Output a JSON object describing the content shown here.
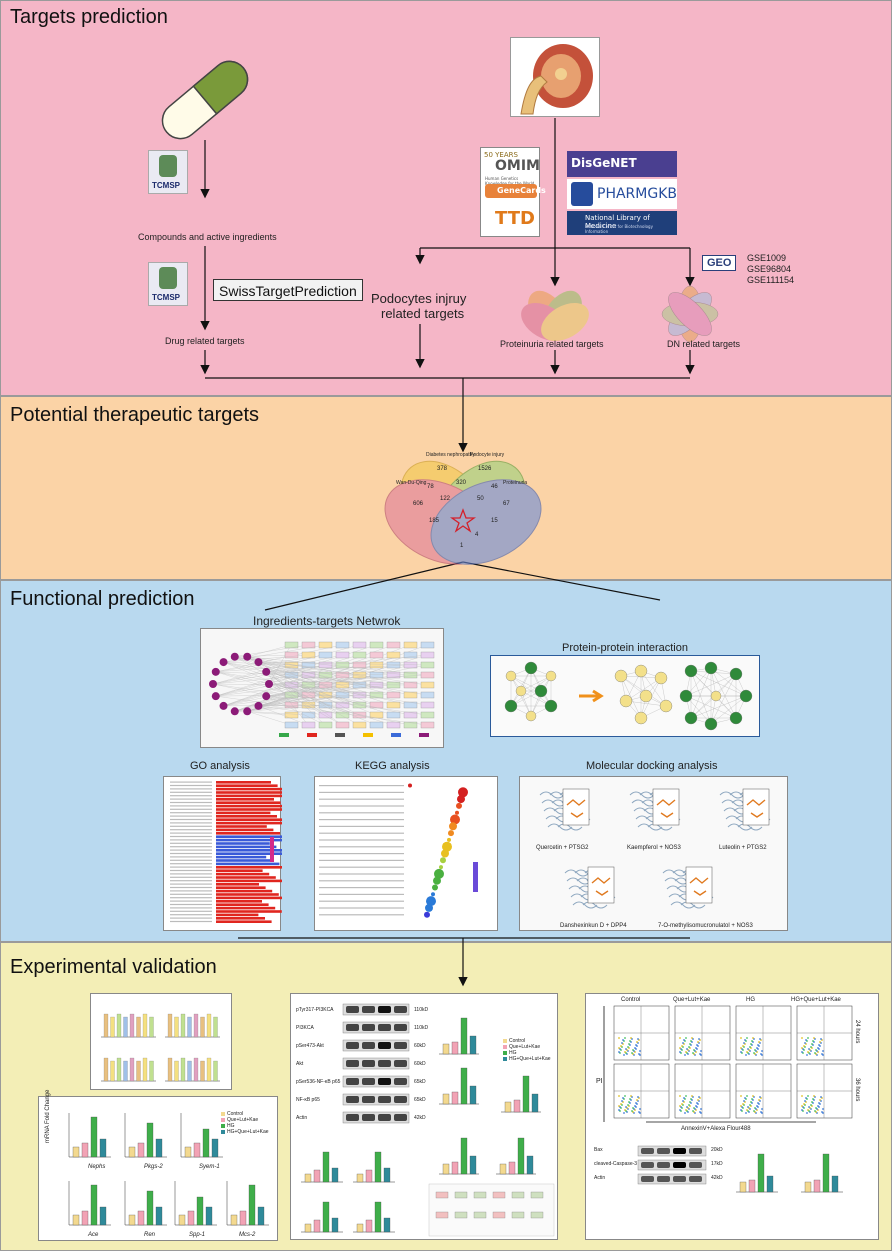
{
  "sections": {
    "targets": "Targets prediction",
    "therapeutic": "Potential therapeutic targets",
    "functional": "Functional prediction",
    "experimental": "Experimental validation"
  },
  "targets_prediction": {
    "tcmsp_1": "TCMSP",
    "tcmsp_2": "TCMSP",
    "compounds": "Compounds and active ingredients",
    "swiss": "SwissTargetPrediction",
    "drug_targets": "Drug related targets",
    "podocytes_line1": "Podocytes injruy",
    "podocytes_line2": "related targets",
    "proteinuria_targets": "Proteinuria related targets",
    "dn_targets": "DN related targets",
    "geo": "GEO",
    "gse": [
      "GSE1009",
      "GSE96804",
      "GSE111154"
    ],
    "omim": "OMIM",
    "omim_sub": "Human Genetics Knowledge for the World",
    "genecards": "GeneCards",
    "ttd": "TTD",
    "disgenet": "DisGeNET",
    "pharmgkb": "PHARMGKB",
    "nlm_line1": "National Library of Medicine",
    "nlm_line2": "National Center for Biotechnology Information",
    "years_50": "50 YEARS"
  },
  "venn": {
    "labels": [
      "Wan-Du-Qing",
      "Diabetes nephropathy",
      "Podocyte injury",
      "Proteinuria"
    ],
    "numbers": [
      "378",
      "1526",
      "78",
      "320",
      "46",
      "606",
      "122",
      "50",
      "67",
      "185",
      "15",
      "4",
      "1"
    ]
  },
  "functional": {
    "network_title": "Ingredients-targets Netwrok",
    "ppi_title": "Protein-protein interaction",
    "go_title": "GO analysis",
    "kegg_title": "KEGG analysis",
    "docking_title": "Molecular docking analysis",
    "docking_labels": [
      "Quercetin + PTSG2",
      "Kaempferol + NOS3",
      "Luteolin + PTGS2",
      "Danshexinkun D + DPP4",
      "7-O-methylisomucronulatol + NOS3"
    ]
  },
  "experimental": {
    "wb_labels": [
      "pTyr317-PI3KCA",
      "PI3KCA",
      "pSer473-Akt",
      "Akt",
      "pSer536-NF-κB p65",
      "NF-κB p65",
      "Actin"
    ],
    "wb_sizes": [
      "110kD",
      "110kD",
      "60kD",
      "60kD",
      "65kD",
      "65kD",
      "42kD"
    ],
    "legend": [
      "Control",
      "Que+Lut+Kae",
      "HG",
      "HG+Que+Lut+Kae"
    ],
    "flow_groups": [
      "Control",
      "Que+Lut+Kae",
      "HG",
      "HG+Que+Lut+Kae"
    ],
    "flow_times": [
      "24 hours",
      "36 hours"
    ],
    "flow_axis": "AnnexinV+Alexa Flour488",
    "flow_pi": "PI",
    "flow_blot": [
      "Bax",
      "cleaved-Caspase-3",
      "Actin"
    ],
    "flow_blot_sizes": [
      "20kD",
      "17kD",
      "42kD"
    ],
    "mrna_genes": [
      "Nephs",
      "Pkgs-2",
      "Syem-1",
      "Ace",
      "Ren",
      "Spp-1",
      "Mcs-2"
    ],
    "mrna_axis": "mRNA Fold Change",
    "sig": [
      "***",
      "***",
      "**",
      "*",
      "**"
    ]
  },
  "colors": {
    "pink": "#f5b6c7",
    "orange": "#fbd3a6",
    "blue": "#b9d9ef",
    "yellow": "#f3eeb6",
    "bar_red": "#e0261f",
    "node_purple": "#8c1b78",
    "node_green": "#2f8a3a",
    "node_yellow": "#f3e08a"
  }
}
